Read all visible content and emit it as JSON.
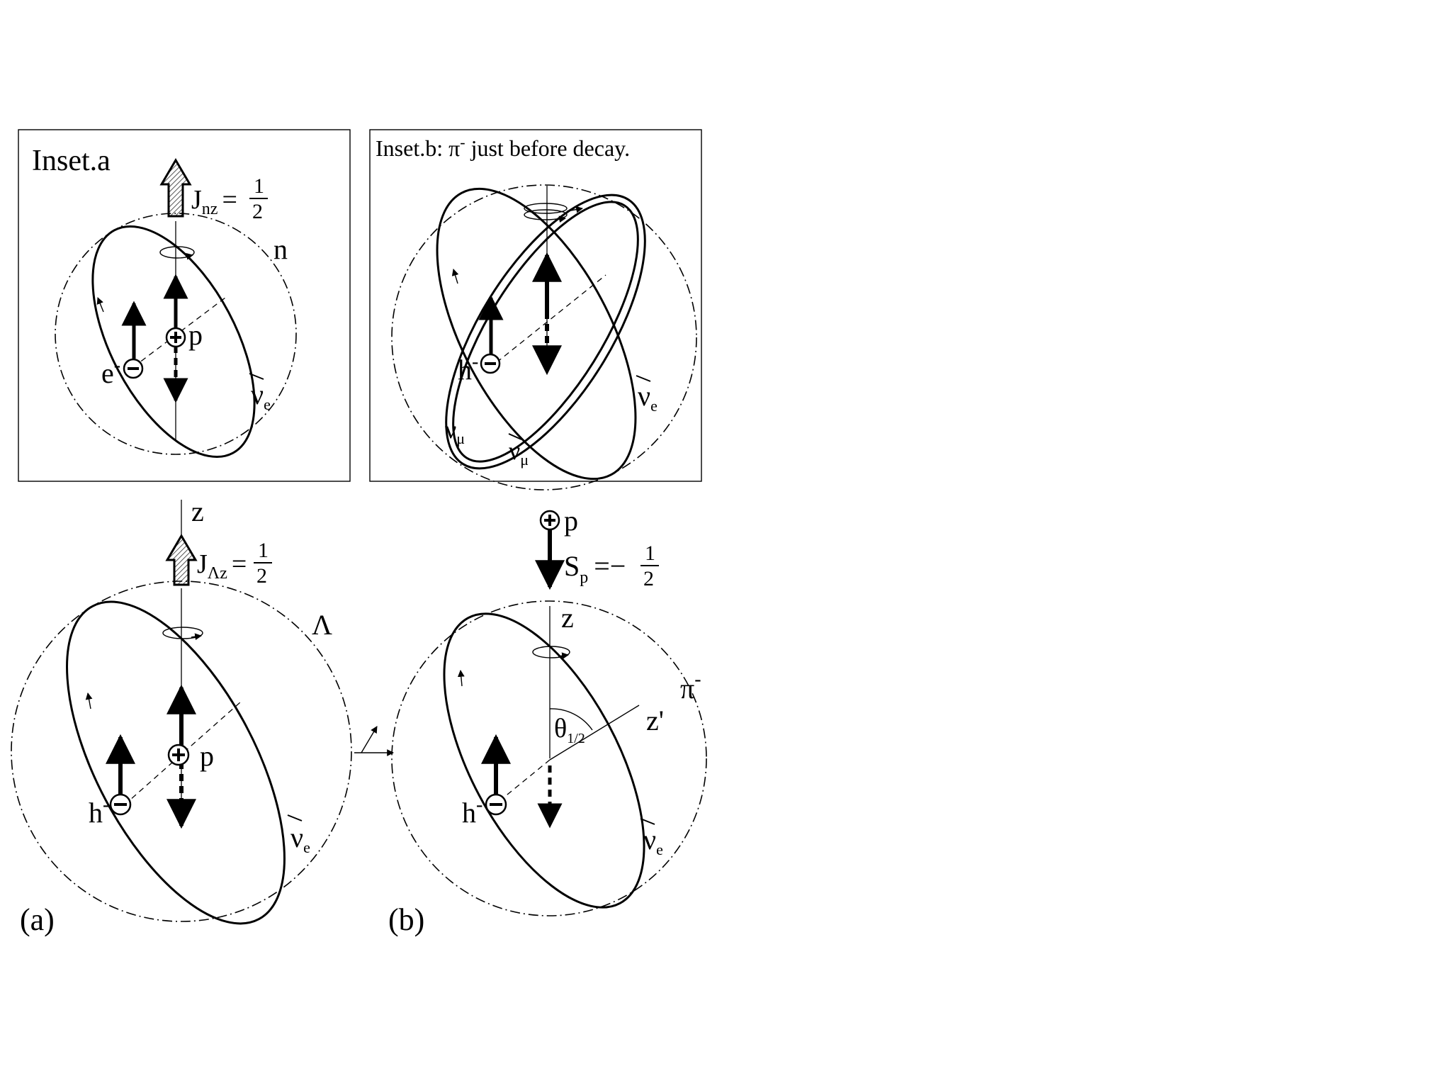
{
  "inset_a": {
    "title": "Inset.a",
    "J_label_main": "J",
    "J_label_sub": "nz",
    "J_eq": "=",
    "J_num": "1",
    "J_den": "2",
    "sphere_label": "n",
    "proton": "p",
    "electron": "e",
    "electron_sup": "-",
    "antinu": "ν",
    "antinu_sub": "e"
  },
  "inset_b": {
    "title": "Inset.b: π",
    "title_sup": "-",
    "title_rest": " just before decay.",
    "hole": "h",
    "hole_sup": "-",
    "antinu": "ν",
    "antinu_sub": "e",
    "numu": "ν",
    "numu_sub": "μ",
    "antinumu": "ν",
    "antinumu_sub": "μ"
  },
  "panel_a": {
    "axis_label": "z",
    "J_label_main": "J",
    "J_label_sub": "Λz",
    "J_eq": "=",
    "J_num": "1",
    "J_den": "2",
    "sphere_label": "Λ",
    "proton": "p",
    "hole": "h",
    "hole_sup": "-",
    "antinu": "ν",
    "antinu_sub": "e",
    "tag": "(a)"
  },
  "panel_b": {
    "proton_top": "p",
    "S_main": "S",
    "S_sub": "p",
    "S_eq": "=−",
    "S_num": "1",
    "S_den": "2",
    "axis_label": "z",
    "sphere_label": "π",
    "sphere_sup": "-",
    "theta": "θ",
    "theta_sub": "1/2",
    "zprime": "z'",
    "hole": "h",
    "hole_sup": "-",
    "antinu": "ν",
    "antinu_sub": "e",
    "tag": "(b)"
  },
  "icons": {
    "plus_charge": "plus-charge-icon",
    "minus_charge": "minus-charge-icon",
    "hollow_arrow": "angular-momentum-arrow-icon",
    "rotation": "rotation-ellipse-icon"
  }
}
